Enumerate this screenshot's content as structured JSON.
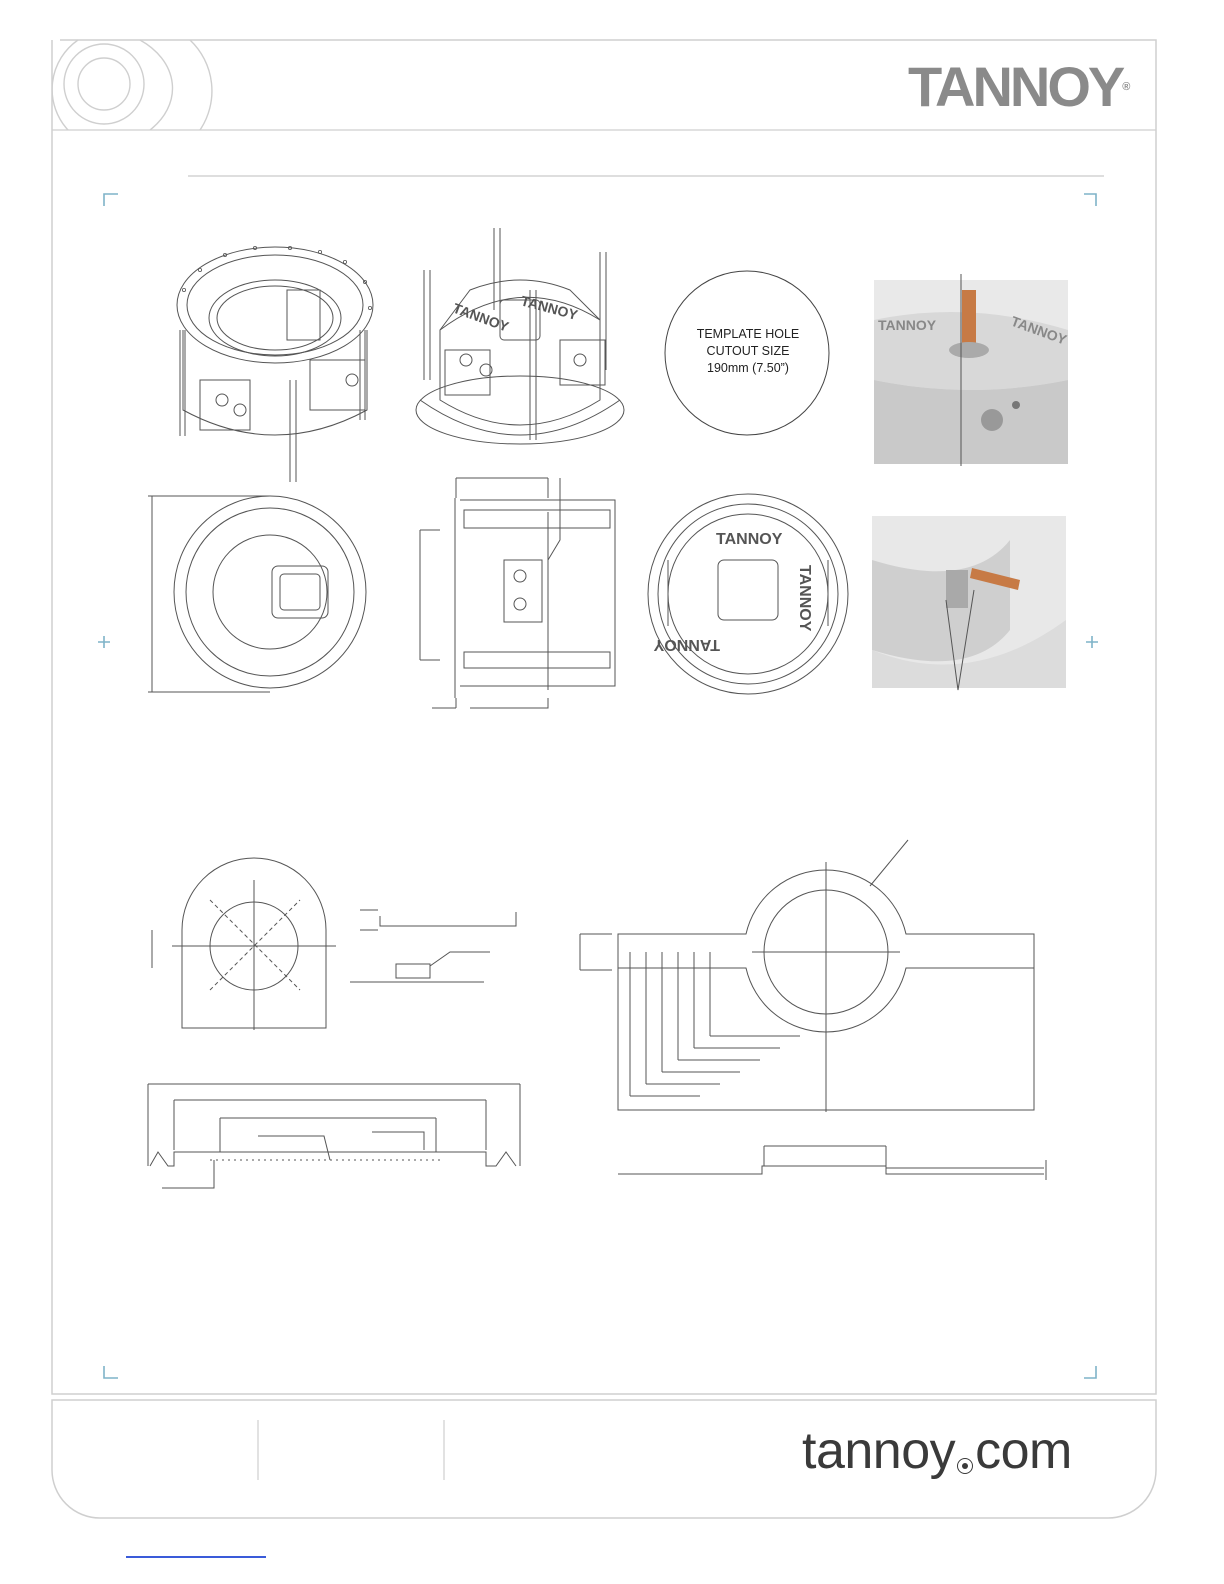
{
  "brand": {
    "logo_text": "TANNOY",
    "registered_mark": "®"
  },
  "template_hole": {
    "line1": "TEMPLATE HOLE",
    "line2": "CUTOUT SIZE",
    "line3": "190mm (7.50”)"
  },
  "footer": {
    "url_part1": "tannoy",
    "url_part2": "com"
  },
  "colors": {
    "accent_corner": "#7fb3c8",
    "frame": "#c8c8c8",
    "drawing": "#555555",
    "cable": "#c77a45"
  }
}
